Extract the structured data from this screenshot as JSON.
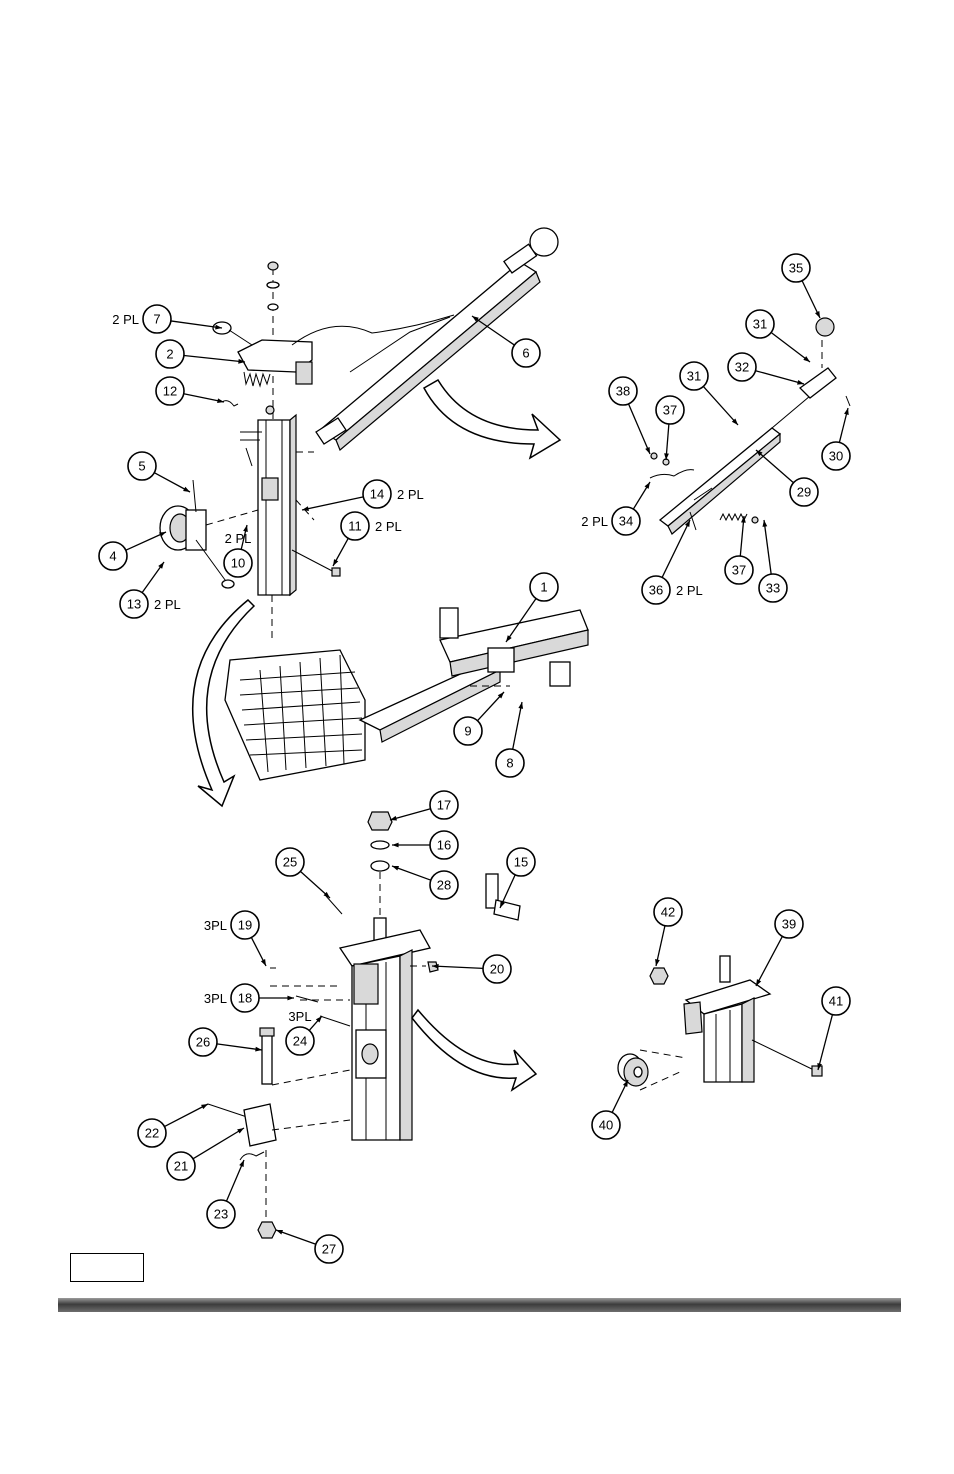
{
  "callouts": [
    {
      "num": "7",
      "note": "2 PL"
    },
    {
      "num": "2",
      "note": ""
    },
    {
      "num": "12",
      "note": ""
    },
    {
      "num": "5",
      "note": ""
    },
    {
      "num": "4",
      "note": ""
    },
    {
      "num": "13",
      "note": "2 PL"
    },
    {
      "num": "10",
      "note": "2 PL"
    },
    {
      "num": "14",
      "note": "2 PL"
    },
    {
      "num": "11",
      "note": "2 PL"
    },
    {
      "num": "6",
      "note": ""
    },
    {
      "num": "35",
      "note": ""
    },
    {
      "num": "31",
      "note": ""
    },
    {
      "num": "31",
      "note": ""
    },
    {
      "num": "32",
      "note": ""
    },
    {
      "num": "38",
      "note": ""
    },
    {
      "num": "37",
      "note": ""
    },
    {
      "num": "30",
      "note": ""
    },
    {
      "num": "29",
      "note": ""
    },
    {
      "num": "34",
      "note": "2 PL"
    },
    {
      "num": "37",
      "note": ""
    },
    {
      "num": "33",
      "note": ""
    },
    {
      "num": "36",
      "note": "2 PL"
    },
    {
      "num": "1",
      "note": ""
    },
    {
      "num": "9",
      "note": ""
    },
    {
      "num": "8",
      "note": ""
    },
    {
      "num": "17",
      "note": ""
    },
    {
      "num": "16",
      "note": ""
    },
    {
      "num": "15",
      "note": ""
    },
    {
      "num": "25",
      "note": ""
    },
    {
      "num": "28",
      "note": ""
    },
    {
      "num": "19",
      "note": "3PL"
    },
    {
      "num": "20",
      "note": ""
    },
    {
      "num": "18",
      "note": "3PL"
    },
    {
      "num": "24",
      "note": "3PL"
    },
    {
      "num": "26",
      "note": ""
    },
    {
      "num": "22",
      "note": ""
    },
    {
      "num": "21",
      "note": ""
    },
    {
      "num": "23",
      "note": ""
    },
    {
      "num": "27",
      "note": ""
    },
    {
      "num": "42",
      "note": ""
    },
    {
      "num": "39",
      "note": ""
    },
    {
      "num": "41",
      "note": ""
    },
    {
      "num": "40",
      "note": ""
    }
  ],
  "footer": {
    "page_label": ""
  }
}
